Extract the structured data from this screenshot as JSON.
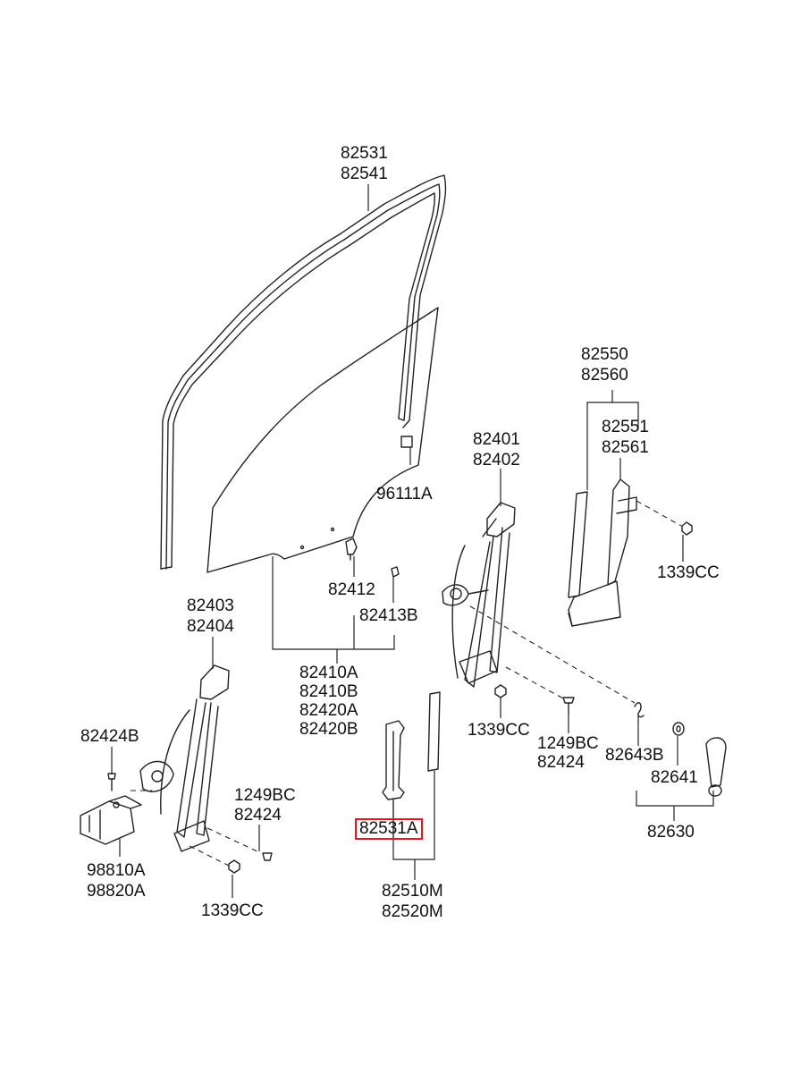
{
  "diagram": {
    "highlight_color": "#e8131b",
    "line_color": "#222222",
    "labels": {
      "l82531": "82531",
      "l82541": "82541",
      "l82550": "82550",
      "l82560": "82560",
      "l82551": "82551",
      "l82561": "82561",
      "l82401": "82401",
      "l82402": "82402",
      "l96111A": "96111A",
      "l1339CC_a": "1339CC",
      "l82412": "82412",
      "l82413B": "82413B",
      "l82403": "82403",
      "l82404": "82404",
      "l82410A": "82410A",
      "l82410B": "82410B",
      "l82420A": "82420A",
      "l82420B": "82420B",
      "l1339CC_b": "1339CC",
      "l1249BC_a": "1249BC",
      "l82424_a": "82424",
      "l82643B": "82643B",
      "l82424B": "82424B",
      "l82641": "82641",
      "l1249BC_b": "1249BC",
      "l82424_b": "82424",
      "l82531A": "82531A",
      "l82630": "82630",
      "l98810A": "98810A",
      "l98820A": "98820A",
      "l82510M": "82510M",
      "l82520M": "82520M",
      "l1339CC_c": "1339CC"
    }
  }
}
